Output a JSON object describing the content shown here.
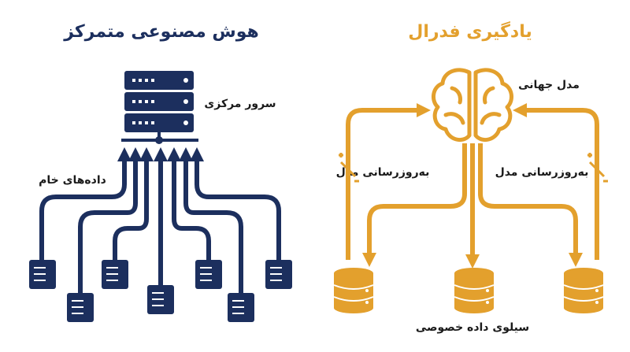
{
  "left_panel": {
    "title": "هوش مصنوعی متمرکز",
    "server_label": "سرور مرکزی",
    "raw_data_label": "داده‌های خام",
    "color": "#1c2f5e"
  },
  "right_panel": {
    "title": "یادگیری فدرال",
    "global_model_label": "مدل جهانی",
    "update_left_label": "به‌روزرسانی مدل",
    "update_right_label": "به‌روزرسانی مدل",
    "private_silo_label": "سیلوی داده خصوصی",
    "color": "#e3a02d"
  },
  "icons": {
    "server": "server-rack-icon",
    "brain": "brain-icon",
    "database": "database-icon",
    "update": "plus-minus-icon",
    "device": "mini-server-icon"
  }
}
